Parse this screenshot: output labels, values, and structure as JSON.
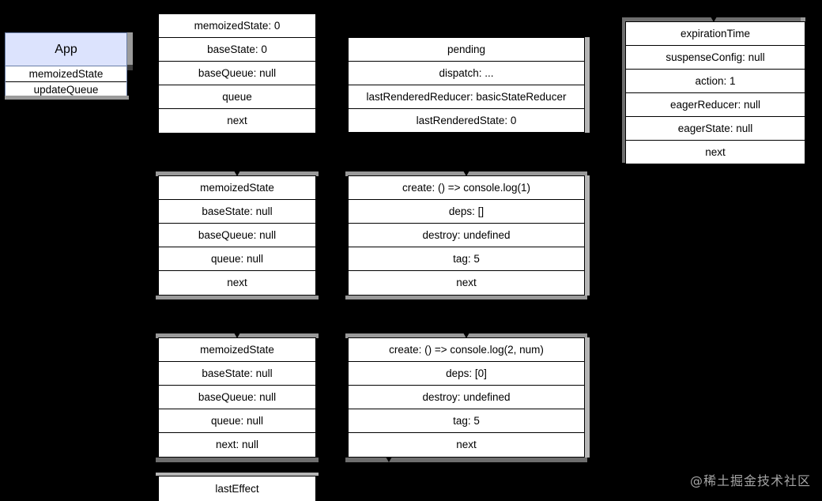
{
  "diagram": {
    "title": "React Hooks linked-list structure",
    "background_color": "#000000",
    "accent_color": "#dce3fd",
    "watermark": "@稀土掘金技术社区"
  },
  "app_node": {
    "title": "App",
    "rows": [
      {
        "label": "memoizedState"
      },
      {
        "label": "updateQueue"
      }
    ]
  },
  "nodes": [
    {
      "id": "hook-1",
      "rows": [
        {
          "label": "memoizedState: 0"
        },
        {
          "label": "baseState: 0"
        },
        {
          "label": "baseQueue: null"
        },
        {
          "label": "queue"
        },
        {
          "label": "next"
        }
      ]
    },
    {
      "id": "queue-1",
      "rows": [
        {
          "label": "pending"
        },
        {
          "label": "dispatch: ..."
        },
        {
          "label": "lastRenderedReducer: basicStateReducer"
        },
        {
          "label": "lastRenderedState: 0"
        }
      ]
    },
    {
      "id": "update-1",
      "rows": [
        {
          "label": "expirationTime"
        },
        {
          "label": "suspenseConfig: null"
        },
        {
          "label": "action: 1"
        },
        {
          "label": "eagerReducer: null"
        },
        {
          "label": "eagerState: null"
        },
        {
          "label": "next"
        }
      ]
    },
    {
      "id": "hook-2",
      "rows": [
        {
          "label": "memoizedState"
        },
        {
          "label": "baseState: null"
        },
        {
          "label": "baseQueue: null"
        },
        {
          "label": "queue: null"
        },
        {
          "label": "next"
        }
      ]
    },
    {
      "id": "effect-1",
      "rows": [
        {
          "label": "create: () => console.log(1)"
        },
        {
          "label": "deps: []"
        },
        {
          "label": "destroy: undefined"
        },
        {
          "label": "tag: 5"
        },
        {
          "label": "next"
        }
      ]
    },
    {
      "id": "hook-3",
      "rows": [
        {
          "label": "memoizedState"
        },
        {
          "label": "baseState: null"
        },
        {
          "label": "baseQueue: null"
        },
        {
          "label": "queue: null"
        },
        {
          "label": "next: null"
        }
      ]
    },
    {
      "id": "effect-2",
      "rows": [
        {
          "label": "create: () => console.log(2, num)"
        },
        {
          "label": "deps: [0]"
        },
        {
          "label": "destroy: undefined"
        },
        {
          "label": "tag: 5"
        },
        {
          "label": "next"
        }
      ]
    },
    {
      "id": "last-effect",
      "rows": [
        {
          "label": "lastEffect"
        }
      ]
    }
  ]
}
